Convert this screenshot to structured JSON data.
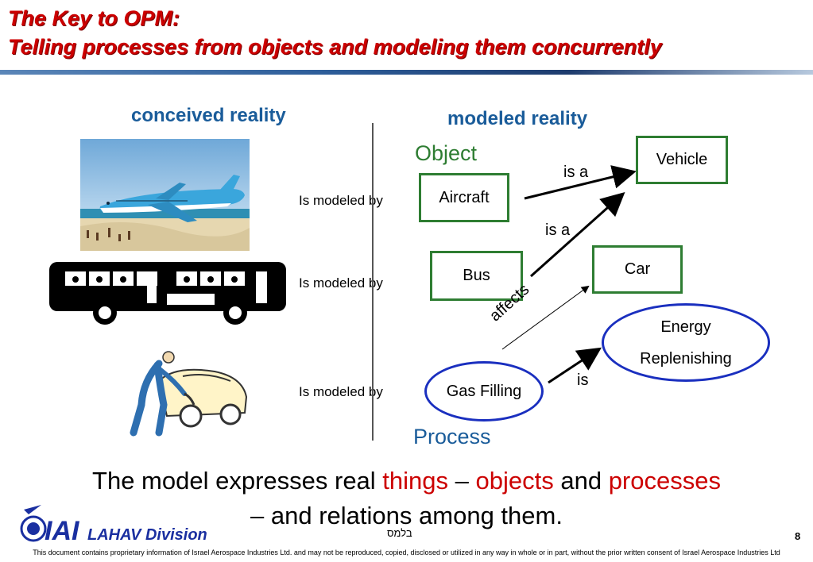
{
  "header": {
    "title_line1": "The Key to OPM:",
    "title_line2": "Telling processes from objects and modeling them concurrently"
  },
  "sections": {
    "left": "conceived reality",
    "right": "modeled reality"
  },
  "modeled_by": [
    "Is modeled by",
    "Is modeled by",
    "Is modeled by"
  ],
  "model": {
    "object_label": "Object",
    "process_label": "Process",
    "boxes": {
      "vehicle": "Vehicle",
      "aircraft": "Aircraft",
      "bus": "Bus",
      "car": "Car"
    },
    "processes": {
      "energy_line1": "Energy",
      "energy_line2": "Replenishing",
      "gas_filling": "Gas Filling"
    },
    "relations": {
      "is_a_1": "is a",
      "is_a_2": "is a",
      "affects": "affects",
      "is": "is"
    }
  },
  "bottom": {
    "part1": "The model expresses real ",
    "things": "things",
    "dash1": " – ",
    "objects": "objects",
    "and": " and ",
    "processes": "processes",
    "line2": "– and relations among them."
  },
  "footer": {
    "logo_text": "IAI",
    "division": "LAHAV Division",
    "center_mark": "בלמס",
    "page_number": "8",
    "disclaimer": "This document contains proprietary information of Israel Aerospace Industries Ltd. and may not be reproduced, copied, disclosed or utilized in any way in whole or in part, without the prior written consent of Israel Aerospace Industries Ltd"
  },
  "colors": {
    "title": "#cc0000",
    "section": "#1a5c9a",
    "object_border": "#2e7d32",
    "process_border": "#1a2fbf",
    "highlight": "#cc0000"
  }
}
